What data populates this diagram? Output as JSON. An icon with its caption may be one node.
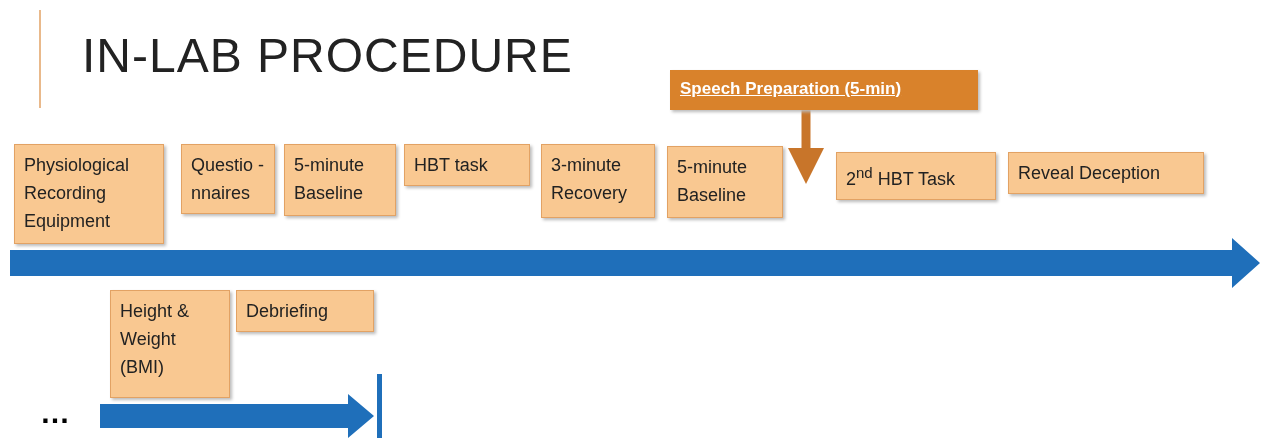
{
  "diagram": {
    "title": "IN-LAB PROCEDURE",
    "nodes": [
      {
        "text": [
          "Physiological Recording Equipment"
        ]
      },
      {
        "text": [
          "Questio -nnaires"
        ]
      },
      {
        "text": [
          "5-minute Baseline"
        ]
      },
      {
        "text": [
          "HBT task"
        ]
      },
      {
        "text": [
          "3-minute Recovery"
        ]
      },
      {
        "text": [
          "5-minute Baseline"
        ]
      },
      {
        "text": [
          "Speech Preparation (5-min)"
        ]
      },
      {
        "text": [
          "2$^{nd}$ HBT Task"
        ]
      },
      {
        "text": [
          "Reveal Deception"
        ]
      },
      {
        "text": [
          "Height & Weight (BMI)"
        ]
      },
      {
        "text": [
          "Debriefing"
        ]
      }
    ],
    "edges": [
      {
        "from": 6,
        "to": 7,
        "arrow": "to"
      }
    ],
    "labels": [
      "…"
    ]
  }
}
